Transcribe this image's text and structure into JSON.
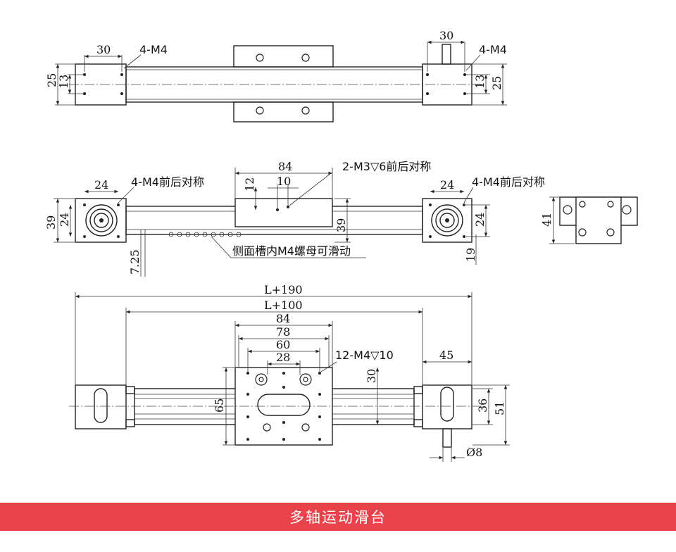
{
  "top_view": {
    "dim_left_30": "30",
    "label_left_4m4": "4-M4",
    "dim_left_25": "25",
    "dim_left_13": "13",
    "dim_right_30": "30",
    "label_right_4m4": "4-M4",
    "dim_right_13": "13",
    "dim_right_25": "25"
  },
  "front_view": {
    "dim_left_24_top": "24",
    "label_left_4m4": "4-M4前后对称",
    "dim_left_39": "39",
    "dim_left_24_side": "24",
    "dim_84": "84",
    "dim_12": "12",
    "dim_10": "10",
    "label_2m3": "2-M3▽6前后对称",
    "dim_39_mid": "39",
    "dim_right_24_top": "24",
    "label_right_4m4": "4-M4前后对称",
    "dim_right_24_side": "24",
    "dim_725": "7.25",
    "dim_19": "19",
    "label_slot_note": "侧面槽内M4螺母可滑动"
  },
  "end_view": {
    "dim_41": "41"
  },
  "bottom_view": {
    "dim_l190": "L+190",
    "dim_l100": "L+100",
    "dim_84": "84",
    "dim_78": "78",
    "dim_60": "60",
    "dim_28": "28",
    "label_12m4": "12-M4▽10",
    "dim_30": "30",
    "dim_45": "45",
    "dim_65": "65",
    "dim_36": "36",
    "dim_51": "51",
    "dim_phi8": "Ø8"
  },
  "footer": {
    "title": "多轴运动滑台",
    "color": "#e8434a"
  }
}
